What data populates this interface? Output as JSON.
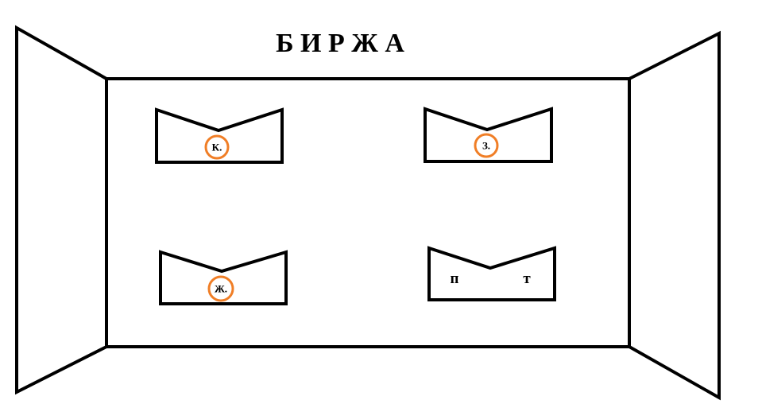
{
  "title": "Б И Р Ж А",
  "accent_color": "#f07e26",
  "boxes": [
    {
      "label": "К."
    },
    {
      "label": "З."
    },
    {
      "label": "Ж."
    },
    {
      "label_left": "п",
      "label_right": "т"
    }
  ]
}
